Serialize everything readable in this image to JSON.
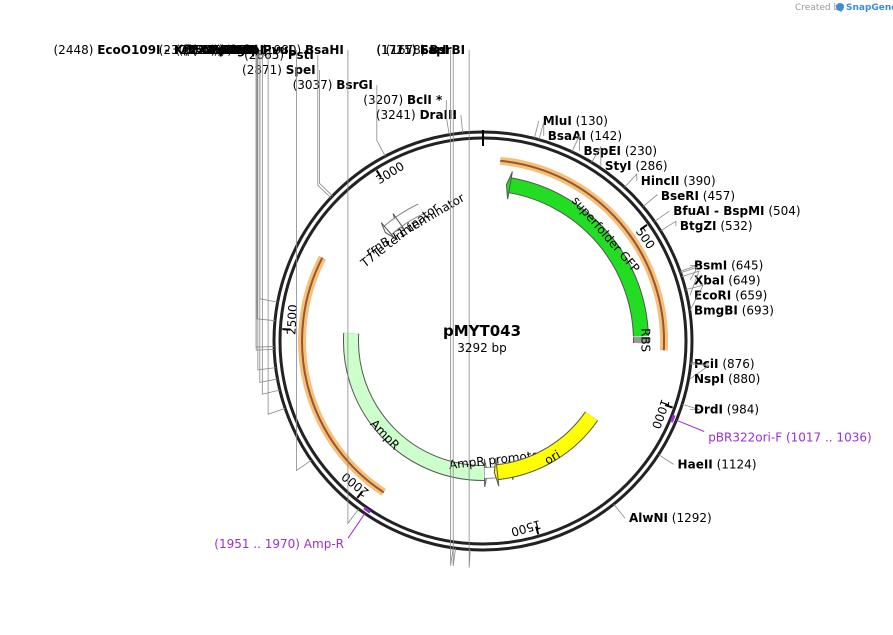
{
  "credit": {
    "prefix": "Created by",
    "brand": "SnapGene"
  },
  "plasmid": {
    "name": "pMYT043",
    "size_label": "3292 bp",
    "length": 3292
  },
  "ticks": [
    {
      "value": 500,
      "label": "500"
    },
    {
      "value": 1000,
      "label": "1000"
    },
    {
      "value": 1500,
      "label": "1500"
    },
    {
      "value": 2000,
      "label": "2000"
    },
    {
      "value": 2500,
      "label": "2500"
    },
    {
      "value": 3000,
      "label": "3000"
    }
  ],
  "sites": [
    {
      "name": "MluI",
      "pos": "(130)",
      "bp": 130
    },
    {
      "name": "BsaAI",
      "pos": "(142)",
      "bp": 142
    },
    {
      "name": "BspEI",
      "pos": "(230)",
      "bp": 230
    },
    {
      "name": "StyI",
      "pos": "(286)",
      "bp": 286
    },
    {
      "name": "HincII",
      "pos": "(390)",
      "bp": 390
    },
    {
      "name": "BseRI",
      "pos": "(457)",
      "bp": 457
    },
    {
      "name": "BfuAI - BspMI",
      "pos": "(504)",
      "bp": 504
    },
    {
      "name": "BtgZI",
      "pos": "(532)",
      "bp": 532
    },
    {
      "name": "BsmI",
      "pos": "(645)",
      "bp": 645
    },
    {
      "name": "XbaI",
      "pos": "(649)",
      "bp": 649
    },
    {
      "name": "EcoRI",
      "pos": "(659)",
      "bp": 659
    },
    {
      "name": "BmgBI",
      "pos": "(693)",
      "bp": 693
    },
    {
      "name": "PciI",
      "pos": "(876)",
      "bp": 876
    },
    {
      "name": "NspI",
      "pos": "(880)",
      "bp": 880
    },
    {
      "name": "DrdI",
      "pos": "(984)",
      "bp": 984
    },
    {
      "name": "HaeII",
      "pos": "(1124)",
      "bp": 1124
    },
    {
      "name": "AlwNI",
      "pos": "(1292)",
      "bp": 1292
    },
    {
      "name": "BsrBI",
      "pos": "(1678)",
      "bp": 1678
    },
    {
      "name": "SspI",
      "pos": "(1715)",
      "bp": 1715
    },
    {
      "name": "EarI",
      "pos": "(1721)",
      "bp": 1721
    },
    {
      "name": "BsaHI",
      "pos": "(1980)",
      "bp": 1980
    },
    {
      "name": "PvuI",
      "pos": "(2151)",
      "bp": 2151
    },
    {
      "name": "FspI",
      "pos": "(2297)",
      "bp": 2297
    },
    {
      "name": "AseI",
      "pos": "(2345)",
      "bp": 2345
    },
    {
      "name": "NmeAIII",
      "pos": "(2373)",
      "bp": 2373
    },
    {
      "name": "BglI",
      "pos": "(2402)",
      "bp": 2402
    },
    {
      "name": "EcoO109I - KflI - PpuMI",
      "pos": "(2448)",
      "bp": 2448
    },
    {
      "name": "SacII",
      "pos": "(2455)",
      "bp": 2455
    },
    {
      "name": "AhdI",
      "pos": "(2520)",
      "bp": 2520
    },
    {
      "name": "BanI",
      "pos": "(2567)",
      "bp": 2567
    },
    {
      "name": "PstI",
      "pos": "(2865)",
      "bp": 2865
    },
    {
      "name": "SpeI",
      "pos": "(2871)",
      "bp": 2871
    },
    {
      "name": "BsrGI",
      "pos": "(3037)",
      "bp": 3037
    },
    {
      "name": "BclI *",
      "pos": "(3207)",
      "bp": 3207
    },
    {
      "name": "DraIII",
      "pos": "(3241)",
      "bp": 3241
    }
  ],
  "primers": [
    {
      "name": "pBR322ori-F",
      "range": "(1017 .. 1036)",
      "start": 1017,
      "end": 1036
    },
    {
      "name": "Amp-R",
      "range": "(1951 .. 1970)",
      "start": 1951,
      "end": 1970
    }
  ],
  "features": [
    {
      "name": "superfolder GFP",
      "start": 90,
      "end": 807,
      "direction": -1,
      "color": "#22dd22"
    },
    {
      "name": "RBS",
      "start": 810,
      "end": 830,
      "direction": 0,
      "color": "#999999"
    },
    {
      "name": "rrnB T1 terminator",
      "start": 2970,
      "end": 3060,
      "direction": -1,
      "color": "#ffffff"
    },
    {
      "name": "T7Te terminator",
      "start": 2920,
      "end": 2965,
      "direction": -1,
      "color": "#ffffff"
    },
    {
      "name": "AmpR",
      "start": 1640,
      "end": 2500,
      "direction": -1,
      "color": "#ccffcc"
    },
    {
      "name": "AmpR promoter",
      "start": 1535,
      "end": 1640,
      "direction": -1,
      "color": "#ffffff"
    },
    {
      "name": "ori",
      "start": 1140,
      "end": 1589,
      "direction": 1,
      "color": "#ffff00"
    }
  ],
  "orfs": [
    {
      "start": 50,
      "end": 850,
      "direction": 1
    },
    {
      "start": 1950,
      "end": 2720,
      "direction": 1
    }
  ]
}
